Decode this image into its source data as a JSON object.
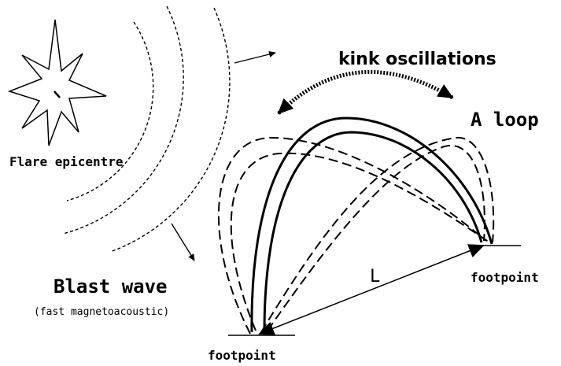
{
  "labels": {
    "flare": "Flare epicentre",
    "kink": "kink oscillations",
    "loop": "A loop",
    "blast": "Blast wave",
    "blast_sub": "(fast magnetoacoustic)",
    "length": "L",
    "footpoint_left": "footpoint",
    "footpoint_right": "footpoint"
  },
  "colors": {
    "ink": "#000000",
    "background": "#ffffff"
  }
}
